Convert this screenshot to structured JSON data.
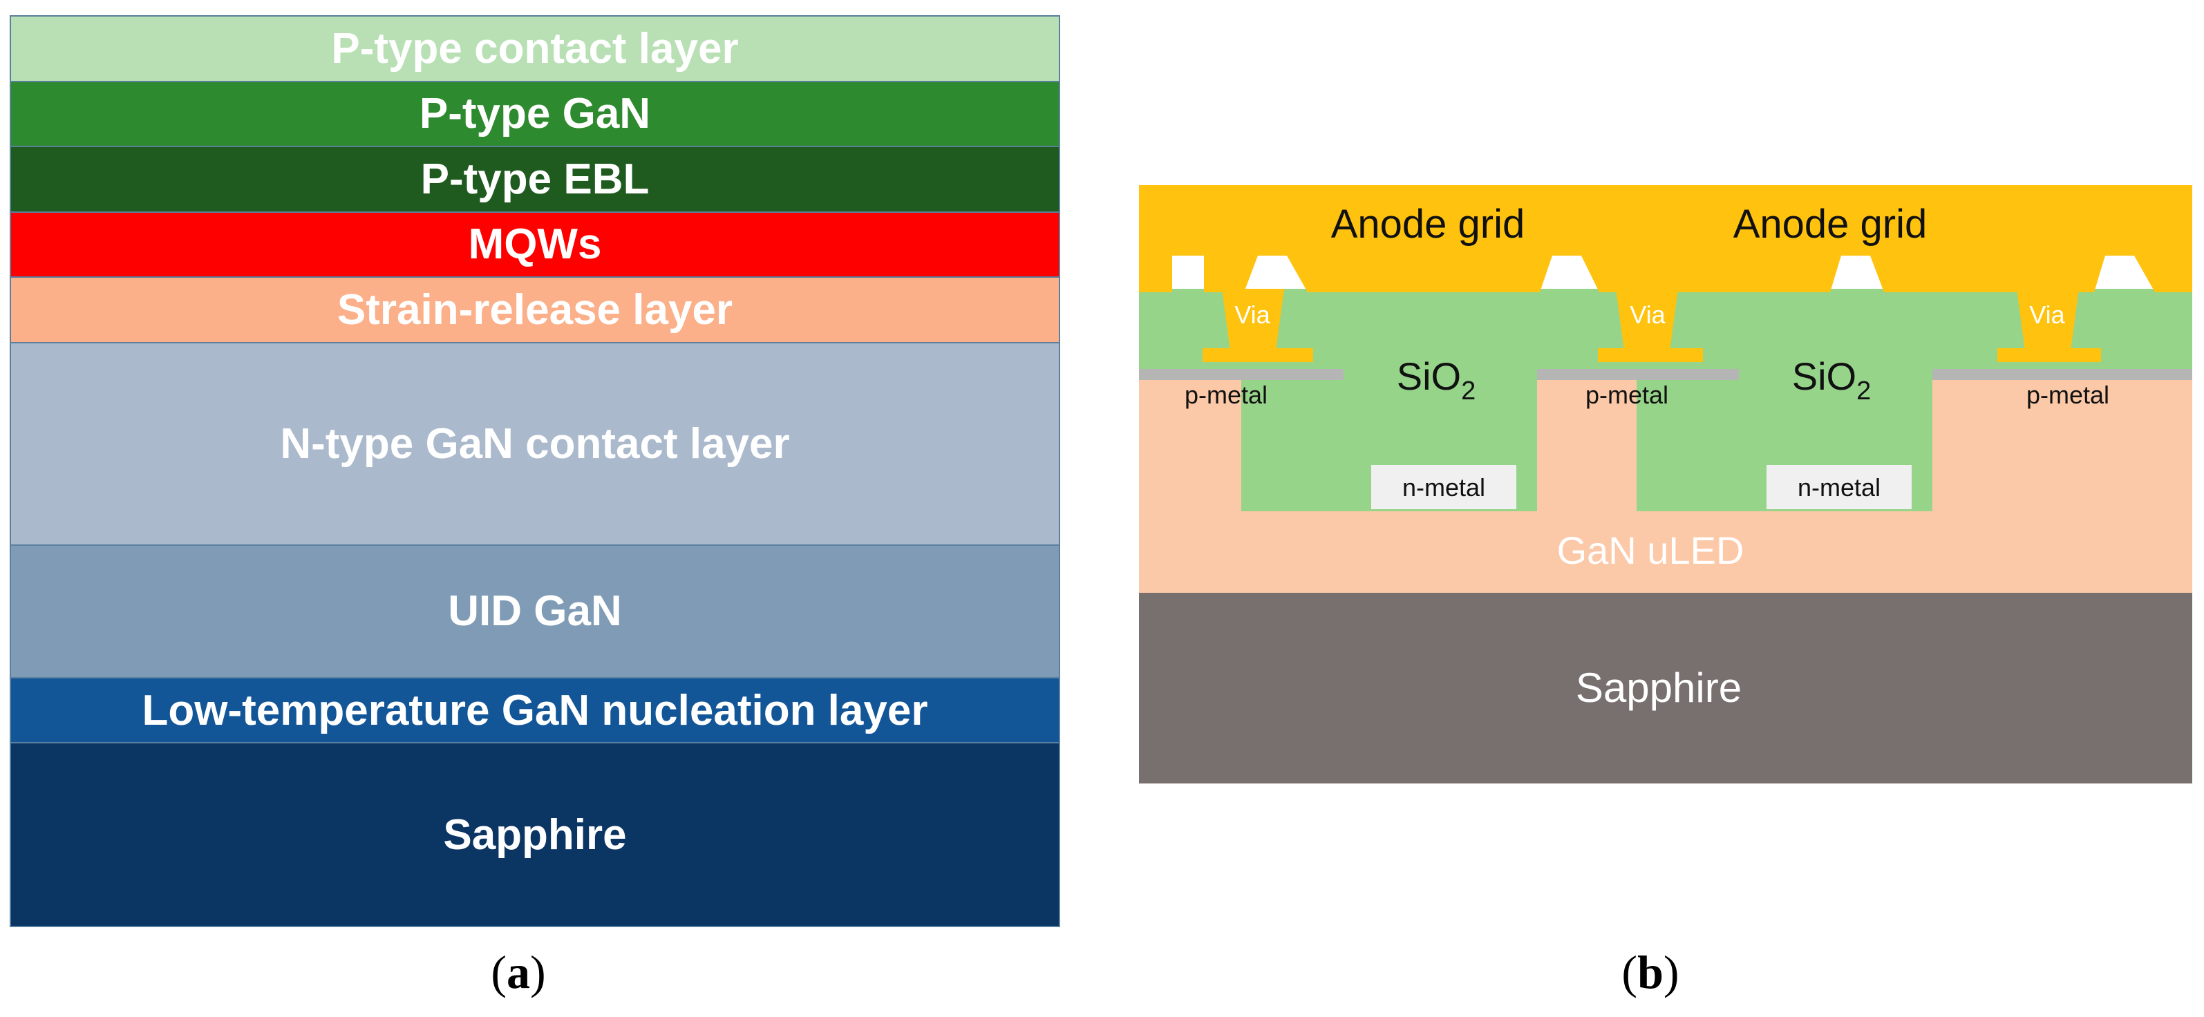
{
  "panel_a": {
    "caption_letter": "a",
    "layers": [
      {
        "label": "P-type contact layer",
        "color": "#b8e0b4",
        "thickness": 1.0
      },
      {
        "label": "P-type GaN",
        "color": "#2e8a2e",
        "thickness": 1.0
      },
      {
        "label": "P-type EBL",
        "color": "#1f5a1f",
        "thickness": 1.0
      },
      {
        "label": "MQWs",
        "color": "#ff0000",
        "thickness": 1.0
      },
      {
        "label": "Strain-release layer",
        "color": "#fbb08a",
        "thickness": 1.0
      },
      {
        "label": "N-type GaN contact layer",
        "color": "#aab9cc",
        "thickness": 3.15
      },
      {
        "label": "UID GaN",
        "color": "#7f9bb5",
        "thickness": 2.05
      },
      {
        "label": "Low-temperature GaN nucleation layer",
        "color": "#135698",
        "thickness": 1.0
      },
      {
        "label": "Sapphire",
        "color": "#0b3563",
        "thickness": 2.85
      }
    ]
  },
  "panel_b": {
    "caption_letter": "b",
    "anode_labels": [
      "Anode grid",
      "Anode grid"
    ],
    "via_labels": [
      "Via",
      "Via",
      "Via"
    ],
    "p_metal_labels": [
      "p-metal",
      "p-metal",
      "p-metal"
    ],
    "sio2_labels": [
      {
        "base": "SiO",
        "subscript": "2"
      },
      {
        "base": "SiO",
        "subscript": "2"
      }
    ],
    "n_metal_labels": [
      "n-metal",
      "n-metal"
    ],
    "gan_label": "GaN uLED",
    "sapphire_label": "Sapphire",
    "colors": {
      "anode": "#ffc20e",
      "sio2": "#96d48a",
      "gan": "#fcc9a8",
      "p_metal": "#b5b5b5",
      "n_metal": "#f0f0f0",
      "sapphire": "#77706f",
      "gan_text": "#ffffff"
    }
  }
}
